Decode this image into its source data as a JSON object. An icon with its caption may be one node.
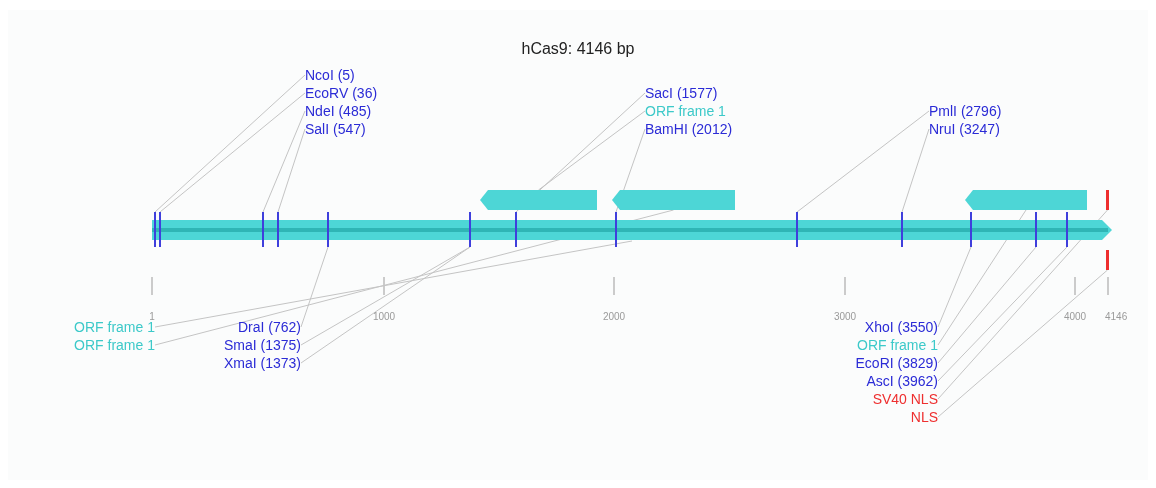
{
  "diagram": {
    "title": "hCas9: 4146 bp",
    "nodes": [
      {
        "text": [
          "NcoI (5)"
        ]
      },
      {
        "text": [
          "EcoRV (36)"
        ]
      },
      {
        "text": [
          "NdeI (485)"
        ]
      },
      {
        "text": [
          "SalI (547)"
        ]
      },
      {
        "text": [
          "SacI (1577)"
        ]
      },
      {
        "text": [
          "ORF frame 1"
        ]
      },
      {
        "text": [
          "BamHI (2012)"
        ]
      },
      {
        "text": [
          "PmlI (2796)"
        ]
      },
      {
        "text": [
          "NruI (3247)"
        ]
      },
      {
        "text": [
          "ORF frame 1"
        ]
      },
      {
        "text": [
          "ORF frame 1"
        ]
      },
      {
        "text": [
          "DraI (762)"
        ]
      },
      {
        "text": [
          "SmaI (1375)"
        ]
      },
      {
        "text": [
          "XmaI (1373)"
        ]
      },
      {
        "text": [
          "XhoI (3550)"
        ]
      },
      {
        "text": [
          "ORF frame 1"
        ]
      },
      {
        "text": [
          "EcoRI (3829)"
        ]
      },
      {
        "text": [
          "AscI (3962)"
        ]
      },
      {
        "text": [
          "SV40 NLS"
        ]
      },
      {
        "text": [
          "NLS"
        ]
      },
      {
        "text": [],
        "shape": "arrow"
      },
      {
        "text": [],
        "shape": "arrow"
      },
      {
        "text": [],
        "shape": "arrow"
      },
      {
        "text": [],
        "shape": "arrow"
      },
      {
        "text": [],
        "shape": "bar"
      },
      {
        "text": [],
        "shape": "bar"
      },
      {
        "text": [],
        "shape": "bar"
      },
      {
        "text": [],
        "shape": "bar"
      },
      {
        "text": [],
        "shape": "bar"
      },
      {
        "text": [],
        "shape": "bar"
      },
      {
        "text": [],
        "shape": "bar"
      },
      {
        "text": [],
        "shape": "bar"
      },
      {
        "text": [],
        "shape": "bar"
      },
      {
        "text": [],
        "shape": "bar"
      },
      {
        "text": [],
        "shape": "bar"
      },
      {
        "text": [],
        "shape": "bar"
      },
      {
        "text": [],
        "shape": "bar"
      },
      {
        "text": [],
        "shape": "bar"
      },
      {
        "text": [],
        "shape": "bar"
      }
    ],
    "edges": [
      {
        "from": 0,
        "to": 24,
        "arrow": "none"
      },
      {
        "from": 1,
        "to": 25,
        "arrow": "none"
      },
      {
        "from": 2,
        "to": 26,
        "arrow": "none"
      },
      {
        "from": 3,
        "to": 27,
        "arrow": "none"
      },
      {
        "from": 4,
        "to": 30,
        "arrow": "none"
      },
      {
        "from": 5,
        "to": 21,
        "arrow": "none"
      },
      {
        "from": 6,
        "to": 31,
        "arrow": "none"
      },
      {
        "from": 7,
        "to": 32,
        "arrow": "none"
      },
      {
        "from": 8,
        "to": 33,
        "arrow": "none"
      },
      {
        "from": 9,
        "to": 20,
        "arrow": "none"
      },
      {
        "from": 10,
        "to": 22,
        "arrow": "none"
      },
      {
        "from": 11,
        "to": 28,
        "arrow": "none"
      },
      {
        "from": 12,
        "to": 29,
        "arrow": "none"
      },
      {
        "from": 13,
        "to": 29,
        "arrow": "none"
      },
      {
        "from": 14,
        "to": 34,
        "arrow": "none"
      },
      {
        "from": 15,
        "to": 23,
        "arrow": "none"
      },
      {
        "from": 16,
        "to": 35,
        "arrow": "none"
      },
      {
        "from": 17,
        "to": 36,
        "arrow": "none"
      },
      {
        "from": 18,
        "to": 37,
        "arrow": "none"
      },
      {
        "from": 19,
        "to": 38,
        "arrow": "none"
      }
    ],
    "labels": [
      "1",
      "1000",
      "2000",
      "3000",
      "4000",
      "4146"
    ]
  }
}
